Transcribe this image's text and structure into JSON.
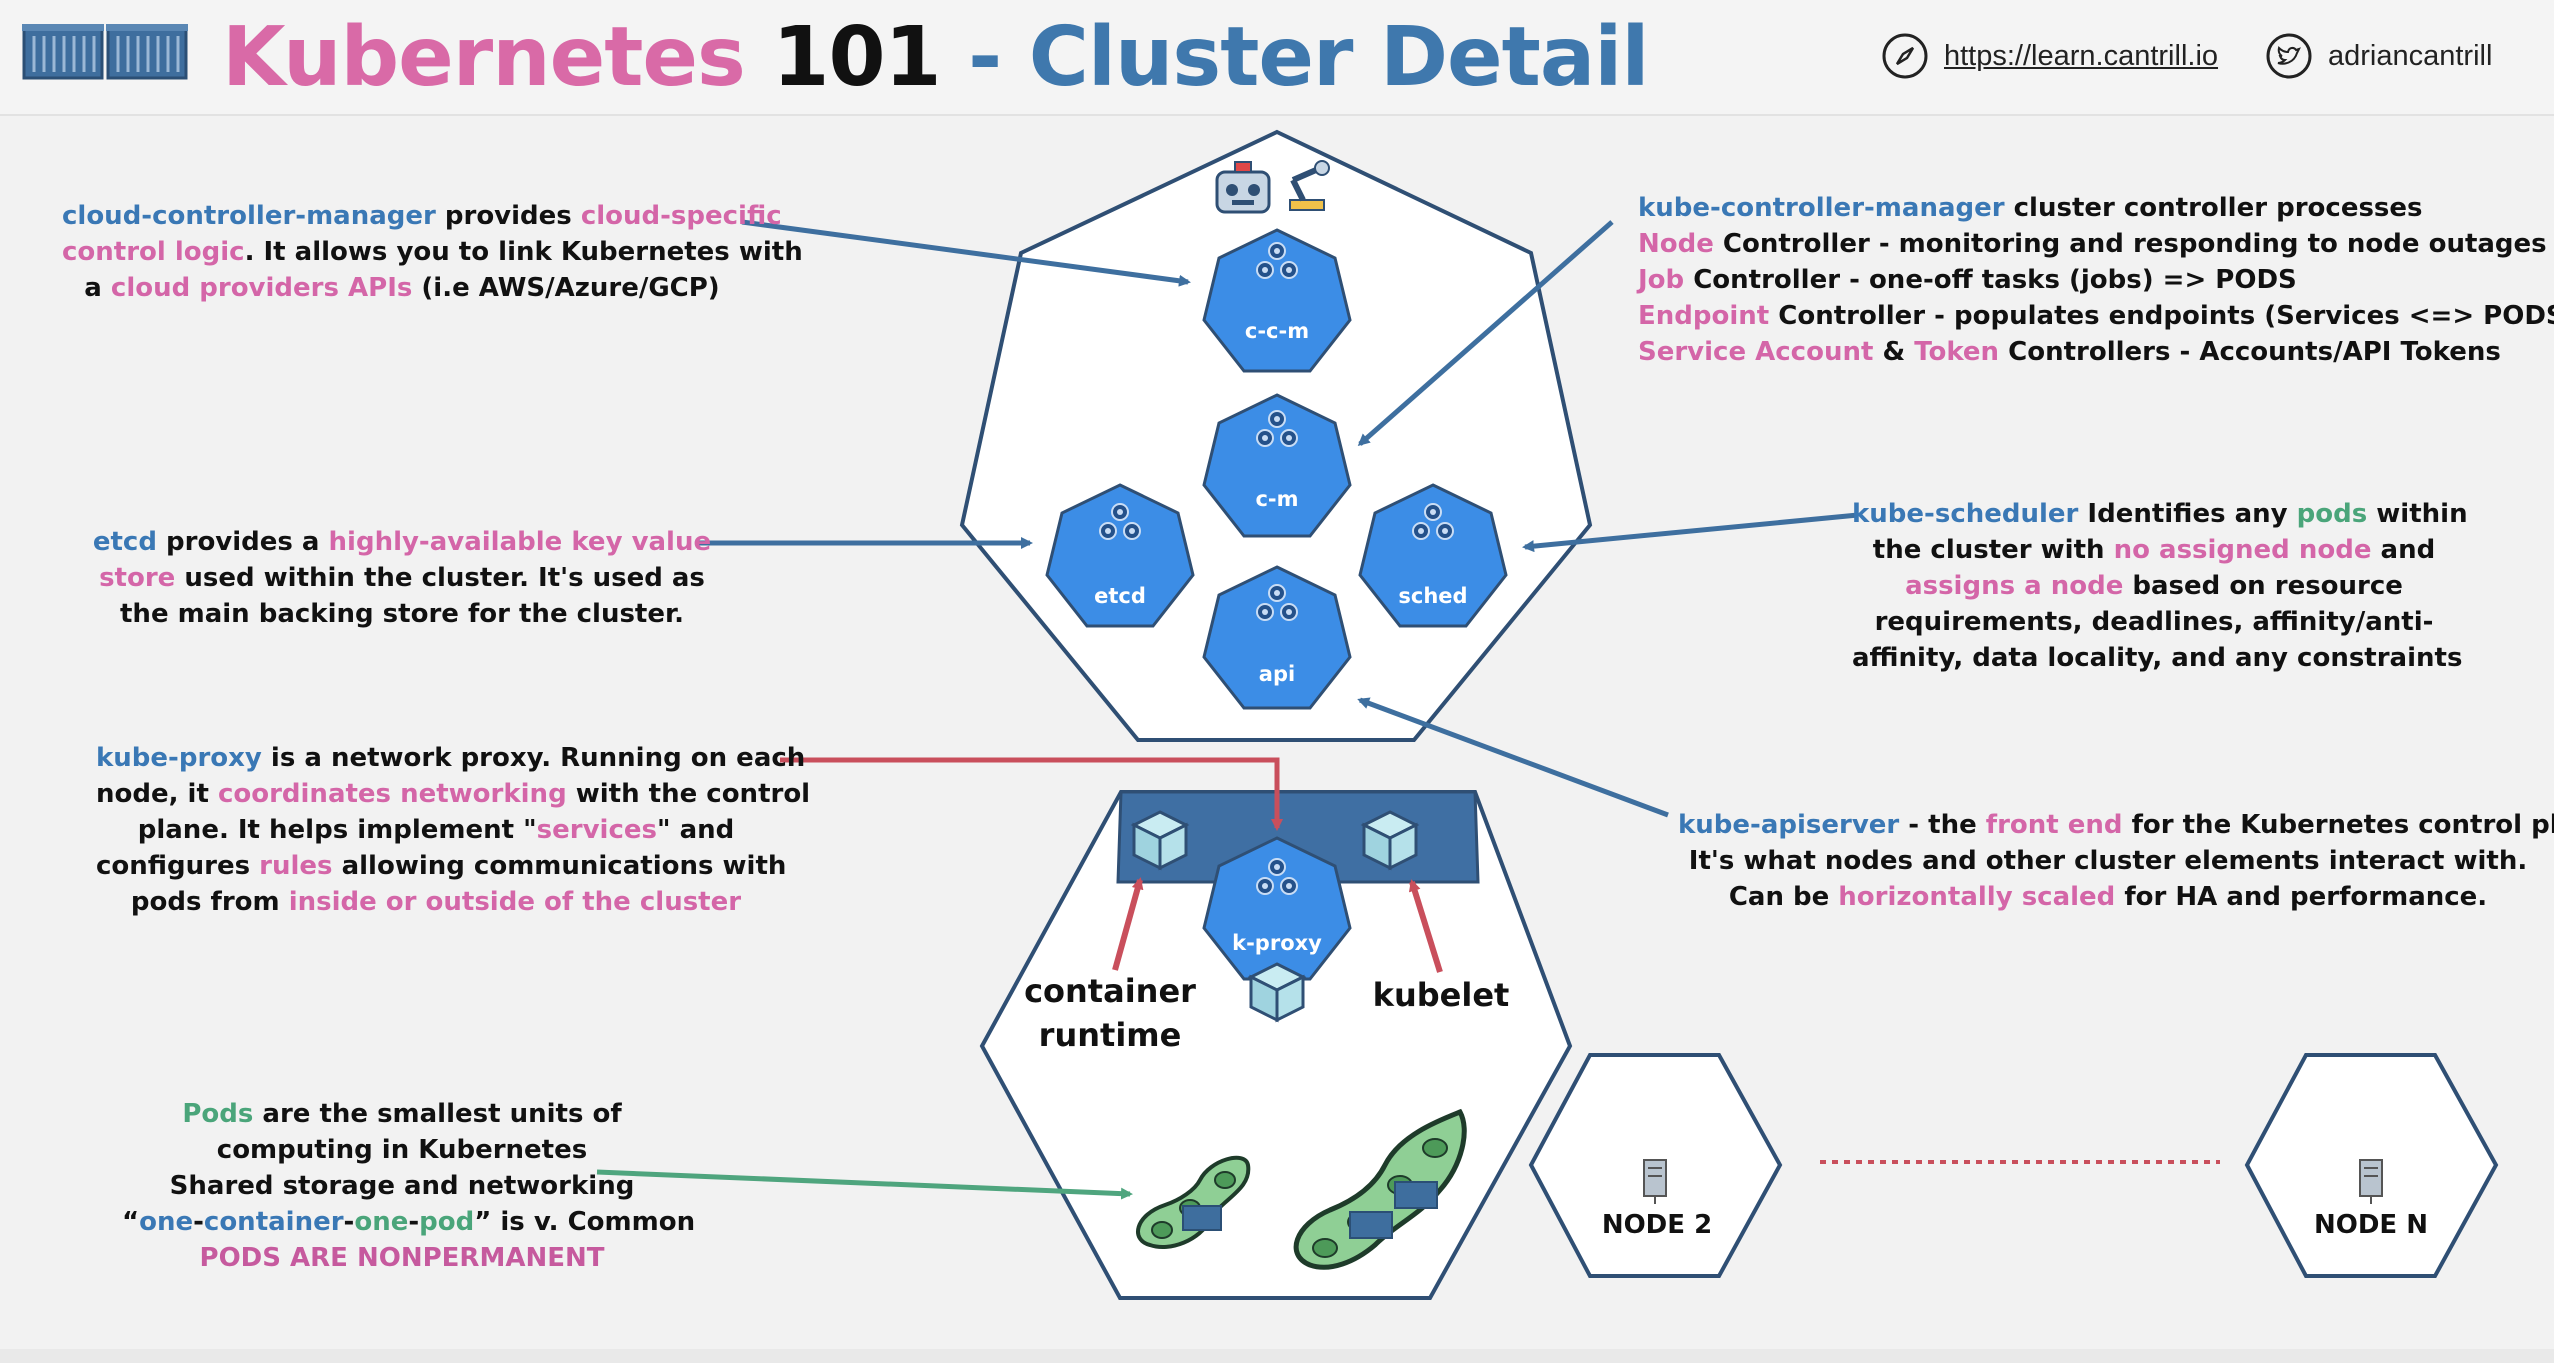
{
  "header": {
    "title_part1": "Kubernetes",
    "title_part2": "101",
    "title_part3": "- Cluster Detail",
    "link_url": "https://learn.cantrill.io",
    "twitter_handle": "adriancantrill"
  },
  "colors": {
    "blue_text": "#3a78b5",
    "pink_text": "#d466a8",
    "green_text": "#4aa57a",
    "component_blue": "#3c8de6",
    "outline": "#2f4f74",
    "proxy_band": "#3f6fa3",
    "arrow_blue": "#3e6f9f",
    "arrow_red": "#c94f5c",
    "arrow_green": "#4fa57e"
  },
  "components": {
    "ccm": "c-c-m",
    "cm": "c-m",
    "etcd": "etcd",
    "sched": "sched",
    "api": "api",
    "kproxy": "k-proxy"
  },
  "node_labels": {
    "container_runtime_1": "container",
    "container_runtime_2": "runtime",
    "kubelet": "kubelet",
    "node2": "NODE 2",
    "nodeN": "NODE N"
  },
  "ccm_desc": {
    "l1a": "cloud-controller-manager",
    "l1b": " provides ",
    "l1c": "cloud-specific",
    "l2a": "control logic",
    "l2b": ". It allows you to link Kubernetes with",
    "l3a": "a ",
    "l3b": "cloud providers APIs",
    "l3c": " (i.e AWS/Azure/GCP)"
  },
  "kcm_desc": {
    "l1a": "kube-controller-manager",
    "l1b": " cluster controller processes",
    "l2a": "Node",
    "l2b": " Controller - monitoring and responding to node outages",
    "l3a": "Job",
    "l3b": " Controller - one-off tasks (jobs) => PODS",
    "l4a": "Endpoint",
    "l4b": " Controller - populates endpoints (Services <=> PODS)",
    "l5a": "Service Account",
    "l5b": " & ",
    "l5c": "Token",
    "l5d": " Controllers - Accounts/API Tokens"
  },
  "etcd_desc": {
    "l1a": "etcd",
    "l1b": " provides a ",
    "l1c": "highly-available key value",
    "l2a": "store",
    "l2b": " used within the cluster. It's used as",
    "l3": "the main backing store for the cluster."
  },
  "sched_desc": {
    "l1a": "kube-scheduler",
    "l1b": " Identifies any ",
    "l1c": "pods",
    "l1d": " within",
    "l2a": "the cluster with ",
    "l2b": "no assigned node",
    "l2c": " and",
    "l3a": "assigns a node",
    "l3b": " based on resource",
    "l4": "requirements, deadlines, affinity/anti-",
    "l5": "affinity, data locality, and any constraints"
  },
  "proxy_desc": {
    "l1a": "kube-proxy",
    "l1b": " is a network proxy. Running on each",
    "l2a": "node, it ",
    "l2b": "coordinates networking",
    "l2c": " with the control",
    "l3a": "plane. It helps implement \"",
    "l3b": "services",
    "l3c": "\" and",
    "l4a": "configures ",
    "l4b": "rules",
    "l4c": " allowing communications with",
    "l5a": "pods from ",
    "l5b": "inside or outside of the cluster"
  },
  "api_desc": {
    "l1a": "kube-apiserver",
    "l1b": " - the ",
    "l1c": "front end",
    "l1d": " for the Kubernetes control plane.",
    "l2": "It's what nodes and other cluster elements interact with.",
    "l3a": "Can be ",
    "l3b": "horizontally scaled",
    "l3c": " for HA and performance."
  },
  "pods_desc": {
    "l1a": "Pods",
    "l1b": " are the smallest units of",
    "l2": "computing in Kubernetes",
    "l3": "Shared storage and networking",
    "l4a": "“",
    "l4b": "one",
    "l4c": "-",
    "l4d": "container",
    "l4e": "-",
    "l4f": "one",
    "l4g": "-",
    "l4h": "pod",
    "l4i": "” is v. Common",
    "l5": "PODS ARE NONPERMANENT"
  }
}
